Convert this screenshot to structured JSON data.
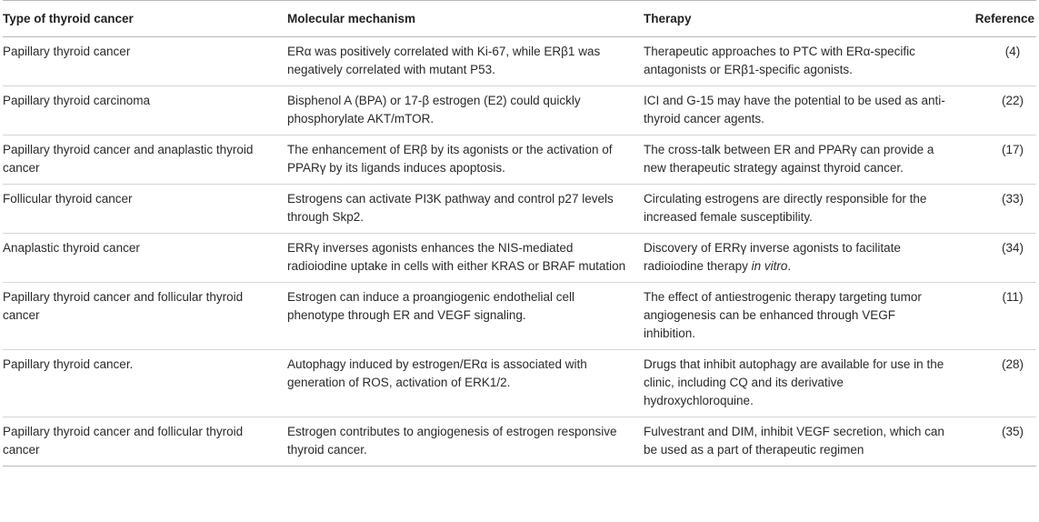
{
  "headers": {
    "type": "Type of thyroid cancer",
    "mechanism": "Molecular mechanism",
    "therapy": "Therapy",
    "reference": "Reference"
  },
  "rows": [
    {
      "type": "Papillary thyroid cancer",
      "mechanism": "ERα was positively correlated with Ki-67, while ERβ1 was negatively correlated with mutant P53.",
      "therapy": "Therapeutic approaches to PTC with ERα-specific antagonists or ERβ1-specific agonists.",
      "therapy_italic": "",
      "therapy_tail": "",
      "reference": "(4)"
    },
    {
      "type": "Papillary thyroid carcinoma",
      "mechanism": "Bisphenol A (BPA) or 17-β estrogen (E2) could quickly phosphorylate AKT/mTOR.",
      "therapy": "ICI and G-15 may have the potential to be used as anti-thyroid cancer agents.",
      "therapy_italic": "",
      "therapy_tail": "",
      "reference": "(22)"
    },
    {
      "type": "Papillary thyroid cancer and anaplastic thyroid cancer",
      "mechanism": "The enhancement of ERβ by its agonists or the activation of PPARγ by its ligands induces apoptosis.",
      "therapy": "The cross-talk between ER and PPARγ can provide a new therapeutic strategy against thyroid cancer.",
      "therapy_italic": "",
      "therapy_tail": "",
      "reference": "(17)"
    },
    {
      "type": "Follicular thyroid cancer",
      "mechanism": "Estrogens can activate PI3K pathway and control p27 levels through Skp2.",
      "therapy": "Circulating estrogens are directly responsible for the increased female susceptibility.",
      "therapy_italic": "",
      "therapy_tail": "",
      "reference": "(33)"
    },
    {
      "type": "Anaplastic thyroid cancer",
      "mechanism": "ERRγ inverses agonists enhances the NIS-mediated radioiodine uptake in cells with either KRAS or BRAF mutation",
      "therapy": "Discovery of ERRγ inverse agonists to facilitate radioiodine therapy ",
      "therapy_italic": "in vitro",
      "therapy_tail": ".",
      "reference": "(34)"
    },
    {
      "type": "Papillary thyroid cancer and follicular thyroid cancer",
      "mechanism": "Estrogen can induce a proangiogenic endothelial cell phenotype through ER and VEGF signaling.",
      "therapy": "The effect of antiestrogenic therapy targeting tumor angiogenesis can be enhanced through VEGF inhibition.",
      "therapy_italic": "",
      "therapy_tail": "",
      "reference": "(11)"
    },
    {
      "type": "Papillary thyroid cancer.",
      "mechanism": "Autophagy induced by estrogen/ERα is associated with generation of ROS, activation of ERK1/2.",
      "therapy": "Drugs that inhibit autophagy are available for use in the clinic, including CQ and its derivative hydroxychloroquine.",
      "therapy_italic": "",
      "therapy_tail": "",
      "reference": "(28)"
    },
    {
      "type": "Papillary thyroid cancer and follicular thyroid cancer",
      "mechanism": "Estrogen contributes to angiogenesis of estrogen responsive thyroid cancer.",
      "therapy": "Fulvestrant and DIM, inhibit VEGF secretion, which can be used as a part of therapeutic regimen",
      "therapy_italic": "",
      "therapy_tail": "",
      "reference": "(35)"
    }
  ]
}
